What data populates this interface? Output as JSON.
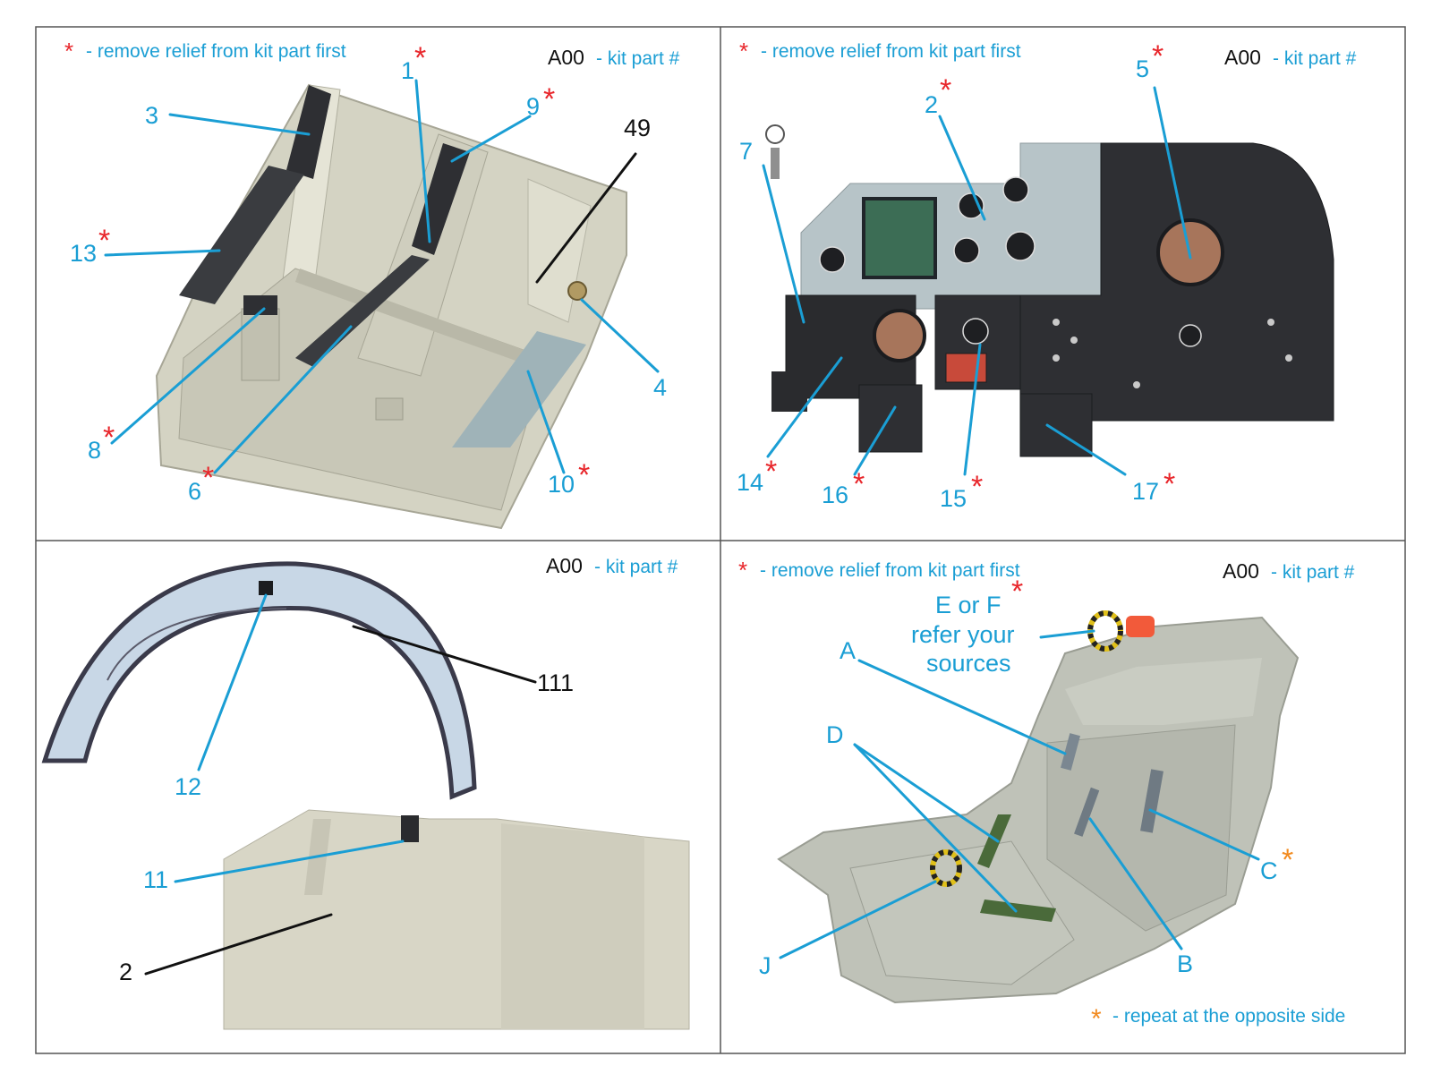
{
  "colors": {
    "accent": "#1a9ed4",
    "asterisk": "#e8262b",
    "asterisk_alt": "#f28a1e",
    "black_label": "#111111",
    "resin": "#d9d8c9",
    "panel_dark": "#2e2f33",
    "panel_gray": "#b7c4c8"
  },
  "legend": {
    "remove_relief": "- remove relief from kit part first",
    "kit_part_code": "A00",
    "kit_part_text": "- kit part #",
    "asterisk": "*",
    "repeat_opposite": "- repeat at the opposite side"
  },
  "panels": {
    "tl": {
      "callouts": {
        "p1": "1",
        "p3": "3",
        "p9": "9",
        "p49": "49",
        "p13": "13",
        "p4": "4",
        "p8": "8",
        "p6": "6",
        "p10": "10"
      }
    },
    "tr": {
      "callouts": {
        "p2": "2",
        "p5": "5",
        "p7": "7",
        "p14": "14",
        "p16": "16",
        "p15": "15",
        "p17": "17"
      }
    },
    "bl": {
      "callouts": {
        "p111": "111",
        "p12": "12",
        "p11": "11",
        "p2": "2"
      }
    },
    "br": {
      "note_line1": "E or F",
      "note_line2": "refer your",
      "note_line3": "sources",
      "callouts": {
        "A": "A",
        "D": "D",
        "C": "C",
        "B": "B",
        "J": "J"
      }
    }
  }
}
